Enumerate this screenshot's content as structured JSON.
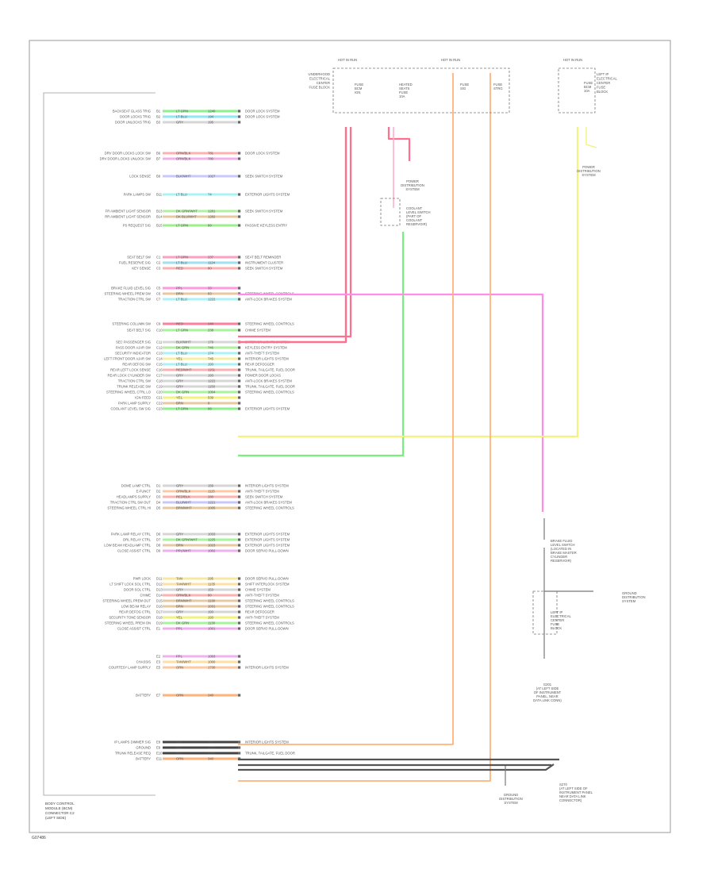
{
  "diagram": {
    "module_caption": [
      "BODY CONTROL",
      "MODULE (BCM)",
      "CONNECTOR C2",
      "(LEFT SIDE)"
    ],
    "ref_code": "G07486",
    "top_boxes": [
      {
        "heading": "HOT IN RUN",
        "lines": [
          "UNDERHOOD",
          "ELECTRICAL",
          "CENTER",
          "FUSE BLOCK"
        ],
        "cells": [
          [
            "FUSE",
            "BCM",
            "IGN"
          ],
          [
            "HEATED",
            "SEATS",
            "FUSE",
            "10A"
          ],
          [
            "FUSE",
            "SIG"
          ],
          [
            "FUSE",
            "STRG"
          ]
        ]
      },
      {
        "heading": "HOT IN RUN",
        "lines": [
          "LEFT IP",
          "ELECTRICAL",
          "CENTER",
          "FUSE",
          "BLOCK"
        ],
        "cells": [
          [
            "FUSE",
            "BCM",
            "10A"
          ]
        ]
      }
    ],
    "side_labels": [
      {
        "lines": [
          "POWER",
          "DISTRIBUTION",
          "SYSTEM"
        ]
      },
      {
        "lines": [
          "COOLANT",
          "LEVEL SWITCH",
          "(PART OF",
          "COOLANT",
          "RESERVOIR)"
        ]
      },
      {
        "lines": [
          "POWER",
          "DISTRIBUTION",
          "SYSTEM"
        ]
      },
      {
        "lines": [
          "BRAKE FLUID",
          "LEVEL SWITCH",
          "(LOCATED IN",
          "BRAKE MASTER",
          "CYLINDER",
          "RESERVOIR)"
        ]
      },
      {
        "lines": [
          "GROUND",
          "DISTRIBUTION",
          "SYSTEM"
        ]
      },
      {
        "lines": [
          "LEFT IP",
          "ELECTRICAL",
          "CENTER",
          "FUSE",
          "BLOCK"
        ]
      },
      {
        "lines": [
          "G201",
          "(AT LEFT SIDE",
          "OF INSTRUMENT",
          "PANEL, NEAR",
          "DATA LINK CONN)"
        ]
      },
      {
        "lines": [
          "S270",
          "(AT LEFT SIDE OF",
          "INSTRUMENT PANEL",
          "NEAR DATA LINK",
          "CONNECTOR)"
        ]
      },
      {
        "lines": [
          "GROUND",
          "DISTRIBUTION",
          "SYSTEM"
        ]
      }
    ],
    "rows": [
      {
        "pin": "B1",
        "name": "BACKSEAT GLASS TRIG",
        "color": "LT GRN",
        "circuit": "1240",
        "system": "DOOR LOCK SYSTEM"
      },
      {
        "pin": "B2",
        "name": "DOOR LOCKS TRIG",
        "color": "LT BLU",
        "circuit": "194",
        "system": "DOOR LOCK SYSTEM"
      },
      {
        "pin": "B3",
        "name": "DOOR UNLOCKS TRIG",
        "color": "GRY",
        "circuit": "195",
        "system": ""
      },
      {
        "pin": "B6",
        "name": "DRV DOOR LOCKS LOCK SW",
        "color": "ORN/BLK",
        "circuit": "781",
        "system": "DOOR LOCK SYSTEM"
      },
      {
        "pin": "B7",
        "name": "DRV DOOR LOCKS UNLOCK SW",
        "color": "ORN/BLK",
        "circuit": "780",
        "system": ""
      },
      {
        "pin": "B9",
        "name": "LOCK SENSE",
        "color": "BLK/WHT",
        "circuit": "1027",
        "system": "SEEK SWITCH SYSTEM"
      },
      {
        "pin": "B11",
        "name": "PARK LAMPS SW",
        "color": "LT BLU",
        "circuit": "74",
        "system": "EXTERIOR LIGHTS SYSTEM"
      },
      {
        "pin": "B13",
        "name": "FR AMBIENT LIGHT SENSOR",
        "color": "DK GRN/WHT",
        "circuit": "1281",
        "system": "SEEK SWITCH SYSTEM"
      },
      {
        "pin": "B14",
        "name": "RR AMBIENT LIGHT SENSOR",
        "color": "DK BLU/WHT",
        "circuit": "1282",
        "system": ""
      },
      {
        "pin": "B15",
        "name": "PS REQUEST SIG",
        "color": "LT GRN",
        "circuit": "89",
        "system": "PASSIVE KEYLESS ENTRY"
      },
      {
        "pin": "C1",
        "name": "SEAT BELT SW",
        "color": "LT GRN",
        "circuit": "237",
        "system": "SEAT BELT REMINDER"
      },
      {
        "pin": "C2",
        "name": "FUEL RESERVE SIG",
        "color": "LT BLU",
        "circuit": "1124",
        "system": "INSTRUMENT CLUSTER"
      },
      {
        "pin": "C3",
        "name": "KEY SENSE",
        "color": "RED",
        "circuit": "80",
        "system": "SEEK SWITCH SYSTEM"
      },
      {
        "pin": "C5",
        "name": "BRAKE FLUID LEVEL SIG",
        "color": "PPL",
        "circuit": "33",
        "system": ""
      },
      {
        "pin": "C6",
        "name": "STEERING WHEEL PREM SW",
        "color": "BRN",
        "circuit": "83",
        "system": "STEERING WHEEL CONTROLS"
      },
      {
        "pin": "C7",
        "name": "TRACTION CTRL SW",
        "color": "LT BLU",
        "circuit": "1222",
        "system": "ANTI-LOCK BRAKES SYSTEM"
      },
      {
        "pin": "C9",
        "name": "STEERING COLUMN SW",
        "color": "RED",
        "circuit": "240",
        "system": "STEERING WHEEL CONTROLS"
      },
      {
        "pin": "C10",
        "name": "SEAT BELT SIG",
        "color": "LT GRN",
        "circuit": "238",
        "system": "CHIME SYSTEM"
      },
      {
        "pin": "C11",
        "name": "SEC PASSENGER SIG",
        "color": "BLK/WHT",
        "circuit": "179",
        "system": "EXTERIOR LIGHTS SYSTEM"
      },
      {
        "pin": "C12",
        "name": "PASS DOOR AJAR SW",
        "color": "DK GRN",
        "circuit": "746",
        "system": "KEYLESS ENTRY SYSTEM"
      },
      {
        "pin": "C13",
        "name": "SECURITY INDICATOR",
        "color": "LT BLU",
        "circuit": "174",
        "system": "ANTI-THEFT SYSTEM"
      },
      {
        "pin": "C14",
        "name": "LEFT FRONT DOOR AJAR SW",
        "color": "YEL",
        "circuit": "745",
        "system": "INTERIOR LIGHTS SYSTEM"
      },
      {
        "pin": "C15",
        "name": "REAR DEFOG SW",
        "color": "LT BLU",
        "circuit": "193",
        "system": "REAR DEFOGGER"
      },
      {
        "pin": "C16",
        "name": "REAR LEFT LOCK SENSE",
        "color": "RED/WHT",
        "circuit": "1151",
        "system": "TRUNK, TAILGATE, FUEL DOOR"
      },
      {
        "pin": "C17",
        "name": "REAR LOCK CYLINDER SW",
        "color": "GRY",
        "circuit": "193",
        "system": "POWER DOOR LOCKS"
      },
      {
        "pin": "C18",
        "name": "TRACTION CTRL SW",
        "color": "GRY",
        "circuit": "1222",
        "system": "ANTI-LOCK BRAKES SYSTEM"
      },
      {
        "pin": "C19",
        "name": "TRUNK RELEASE SW",
        "color": "GRY",
        "circuit": "1150",
        "system": "TRUNK, TAILGATE, FUEL DOOR"
      },
      {
        "pin": "C20",
        "name": "STEERING WHEEL CTRL LO",
        "color": "DK GRN",
        "circuit": "1004",
        "system": "STEERING WHEEL CONTROLS"
      },
      {
        "pin": "C21",
        "name": "IGN FEED",
        "color": "YEL",
        "circuit": "539",
        "system": ""
      },
      {
        "pin": "C22",
        "name": "PARK LAMP SUPPLY",
        "color": "BRN",
        "circuit": "9",
        "system": ""
      },
      {
        "pin": "C23",
        "name": "COOLANT LEVEL SW SIG",
        "color": "LT GRN",
        "circuit": "68",
        "system": "EXTERIOR LIGHTS SYSTEM"
      },
      {
        "pin": "D1",
        "name": "DOME LAMP CTRL",
        "color": "GRY",
        "circuit": "156",
        "system": "INTERIOR LIGHTS SYSTEM"
      },
      {
        "pin": "D2",
        "name": "E-FUNCT",
        "color": "ORN/BLK",
        "circuit": "1115",
        "system": "ANTI-THEFT SYSTEM"
      },
      {
        "pin": "D3",
        "name": "HEADLAMPS SUPPLY",
        "color": "RED/BLK",
        "circuit": "280",
        "system": "SEEK SWITCH SYSTEM"
      },
      {
        "pin": "D4",
        "name": "TRACTION CTRL SW OUT",
        "color": "BLU/WHT",
        "circuit": "1221",
        "system": "ANTI-LOCK BRAKES SYSTEM"
      },
      {
        "pin": "D5",
        "name": "STEERING WHEEL CTRL HI",
        "color": "BRN/WHT",
        "circuit": "1005",
        "system": "STEERING WHEEL CONTROLS"
      },
      {
        "pin": "D6",
        "name": "PARK LAMP RELAY CTRL",
        "color": "GRY",
        "circuit": "1033",
        "system": "EXTERIOR LIGHTS SYSTEM"
      },
      {
        "pin": "D7",
        "name": "DRL RELAY CTRL",
        "color": "DK GRN/WHT",
        "circuit": "1225",
        "system": "EXTERIOR LIGHTS SYSTEM"
      },
      {
        "pin": "D8",
        "name": "LOW BEAM HEADLAMP CTRL",
        "color": "BRN",
        "circuit": "1023",
        "system": "EXTERIOR LIGHTS SYSTEM"
      },
      {
        "pin": "D9",
        "name": "CLOSE ASSIST CTRL",
        "color": "PPL/WHT",
        "circuit": "1002",
        "system": "DOOR SERVO PULL-DOWN"
      },
      {
        "pin": "D11",
        "name": "PWR LOCK",
        "color": "TAN",
        "circuit": "295",
        "system": "DOOR SERVO PULL-DOWN"
      },
      {
        "pin": "D12",
        "name": "LT SHIFT LOCK SOL CTRL",
        "color": "TAN/WHT",
        "circuit": "1135",
        "system": "SHIFT INTERLOCK SYSTEM"
      },
      {
        "pin": "D13",
        "name": "DOOR SOL CTRL",
        "color": "GRY",
        "circuit": "153",
        "system": "CHIME SYSTEM"
      },
      {
        "pin": "D14",
        "name": "CHIME",
        "color": "ORN/BLK",
        "circuit": "80",
        "system": "ANTI-THEFT SYSTEM"
      },
      {
        "pin": "D15",
        "name": "STEERING WHEEL PREM OUT",
        "color": "BRN/WHT",
        "circuit": "1130",
        "system": "STEERING WHEEL CONTROLS"
      },
      {
        "pin": "D16",
        "name": "LOW BEAM RELAY",
        "color": "BRN",
        "circuit": "1031",
        "system": "STEERING WHEEL CONTROLS"
      },
      {
        "pin": "D17",
        "name": "REAR DEFOG CTRL",
        "color": "GRY",
        "circuit": "193",
        "system": "REAR DEFOGGER"
      },
      {
        "pin": "D18",
        "name": "SECURITY TONE SENSOR",
        "color": "YEL",
        "circuit": "193",
        "system": "ANTI-THEFT SYSTEM"
      },
      {
        "pin": "D19",
        "name": "STEERING WHEEL PREM ON",
        "color": "DK GRN",
        "circuit": "1130",
        "system": "STEERING WHEEL CONTROLS"
      },
      {
        "pin": "E1",
        "name": "CLOSE ASSIST CTRL",
        "color": "PPL",
        "circuit": "1001",
        "system": "DOOR SERVO PULL-DOWN"
      },
      {
        "pin": "E2",
        "name": "",
        "color": "PPL",
        "circuit": "1003",
        "system": ""
      },
      {
        "pin": "E3",
        "name": "CHASSIS",
        "color": "TAN/WHT",
        "circuit": "1000",
        "system": ""
      },
      {
        "pin": "E5",
        "name": "COURTESY LAMP SUPPLY",
        "color": "ORN",
        "circuit": "1730",
        "system": "INTERIOR LIGHTS SYSTEM"
      },
      {
        "pin": "E7",
        "name": "BATTERY",
        "color": "ORN",
        "circuit": "240",
        "system": ""
      },
      {
        "pin": "E8",
        "name": "IP LAMPS DIMMER SIG",
        "color": "BLK",
        "circuit": "751",
        "system": "INTERIOR LIGHTS SYSTEM"
      },
      {
        "pin": "E9",
        "name": "GROUND",
        "color": "BLK",
        "circuit": "1550",
        "system": ""
      },
      {
        "pin": "E10",
        "name": "TRUNK RELEASE REQ",
        "color": "BLK",
        "circuit": "1150",
        "system": "TRUNK, TAILGATE, FUEL DOOR"
      },
      {
        "pin": "E11",
        "name": "BATTERY",
        "color": "ORN",
        "circuit": "340",
        "system": ""
      }
    ]
  },
  "colors": {
    "frame": "#9a9a9a",
    "wire_red": "#ff6f8f",
    "wire_pink": "#ff8de8",
    "wire_green": "#76f07a",
    "wire_yellow": "#f4f27c",
    "wire_orange": "#ffb27a",
    "wire_black": "#444444",
    "wire_lightblue": "#8fe6f5",
    "wire_lightgreen": "#9bf08a"
  }
}
